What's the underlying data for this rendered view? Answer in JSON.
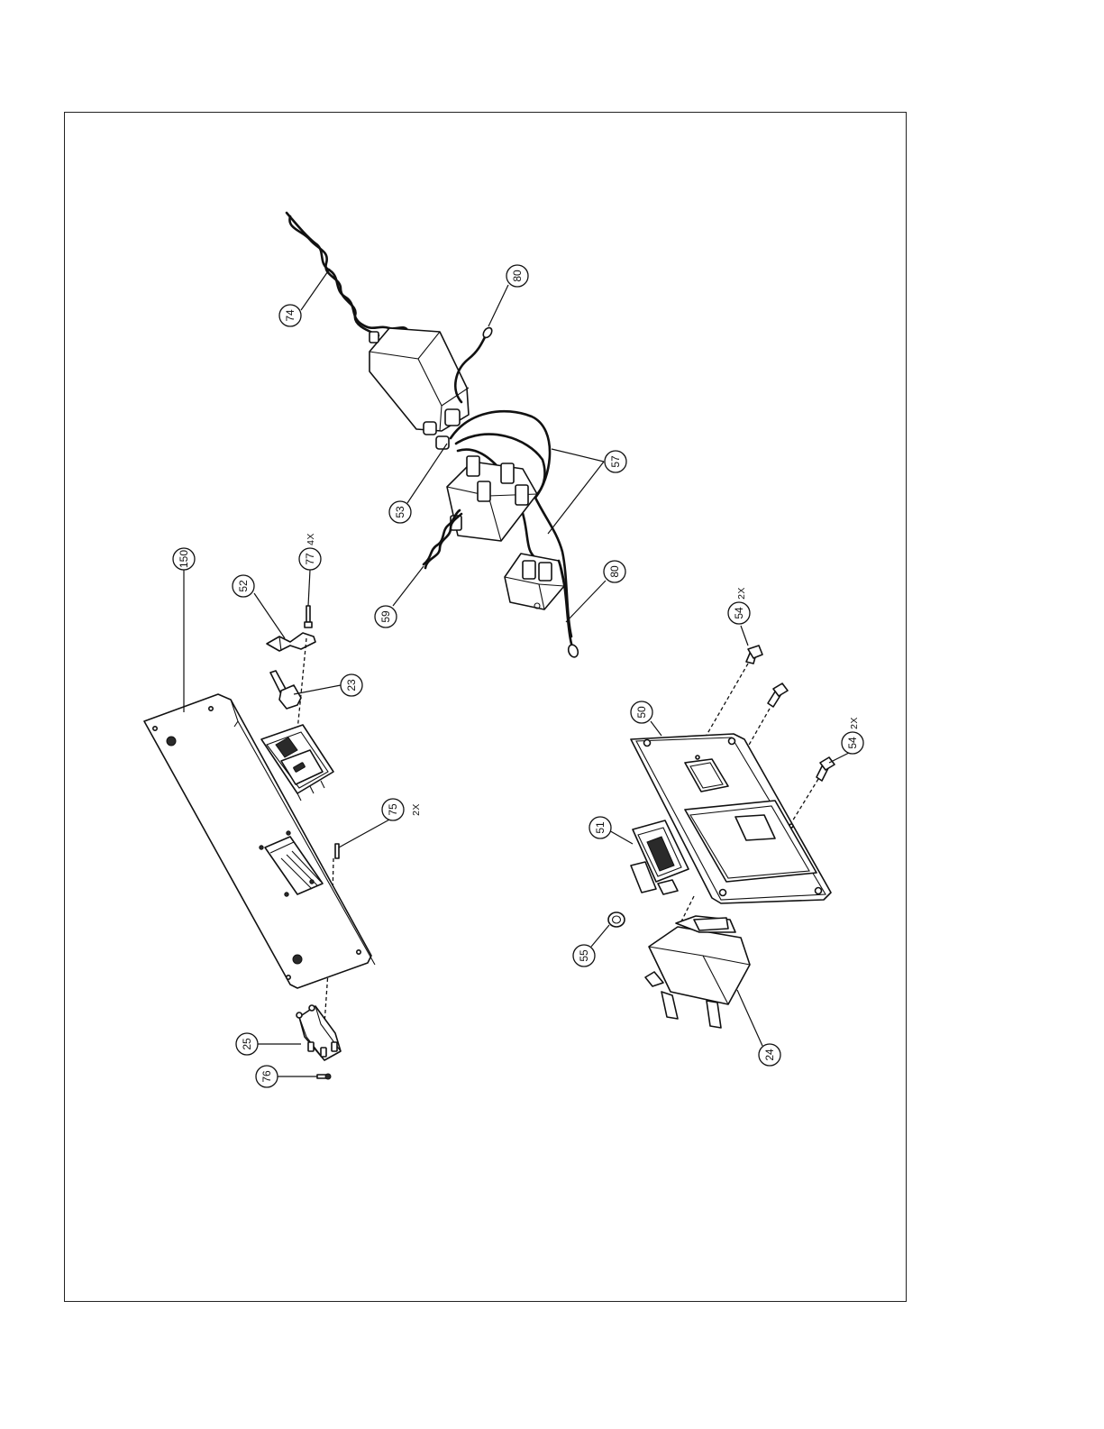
{
  "callouts": [
    {
      "id": "c74",
      "label": "74"
    },
    {
      "id": "c80a",
      "label": "80"
    },
    {
      "id": "c57",
      "label": "57"
    },
    {
      "id": "c53",
      "label": "53"
    },
    {
      "id": "c59",
      "label": "59"
    },
    {
      "id": "c80b",
      "label": "80"
    },
    {
      "id": "c150",
      "label": "150"
    },
    {
      "id": "c52",
      "label": "52"
    },
    {
      "id": "c77",
      "label": "77"
    },
    {
      "id": "c23",
      "label": "23"
    },
    {
      "id": "c75",
      "label": "75"
    },
    {
      "id": "c25",
      "label": "25"
    },
    {
      "id": "c76",
      "label": "76"
    },
    {
      "id": "c54a",
      "label": "54"
    },
    {
      "id": "c50",
      "label": "50"
    },
    {
      "id": "c54b",
      "label": "54"
    },
    {
      "id": "c51",
      "label": "51"
    },
    {
      "id": "c55",
      "label": "55"
    },
    {
      "id": "c24",
      "label": "24"
    }
  ],
  "quantities": {
    "q77": "4X",
    "q75": "2X",
    "q54a": "2X",
    "q54b": "2X"
  }
}
